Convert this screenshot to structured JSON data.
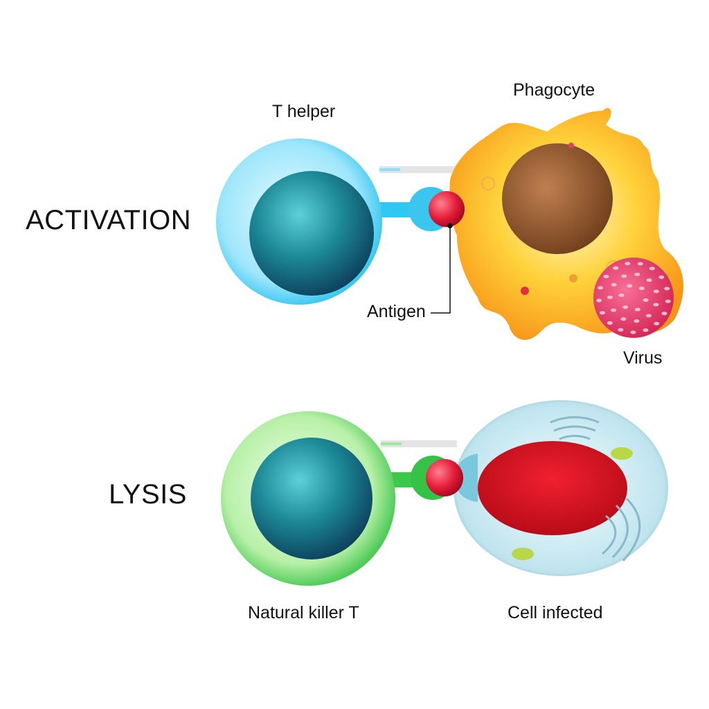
{
  "sections": {
    "activation": {
      "title": "ACTIVATION",
      "left_cell": "T helper",
      "right_cell": "Phagocyte",
      "antigen_label": "Antigen",
      "virus_label": "Virus"
    },
    "lysis": {
      "title": "LYSIS",
      "left_cell": "Natural killer T",
      "right_cell": "Cell infected"
    }
  },
  "colors": {
    "t_helper": "#2ec8f0",
    "phagocyte": "#f7a820",
    "nk_cell": "#3cc84a",
    "antigen": "#e02040",
    "virus": "#e8507a",
    "infected_nucleus": "#d0101c"
  }
}
